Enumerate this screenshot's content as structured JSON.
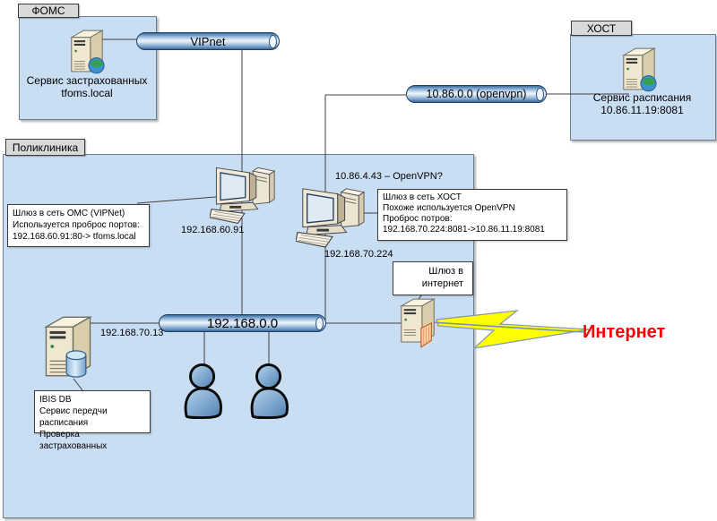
{
  "diagram": {
    "groups": {
      "foms": {
        "tab": "ФОМС",
        "caption_line1": "Сервис застрахованных",
        "caption_line2": "tfoms.local"
      },
      "host": {
        "tab": "ХОСТ",
        "caption_line1": "Сервис расписания",
        "caption_line2": "10.86.11.19:8081"
      },
      "polyclinic": {
        "tab": "Поликлиника"
      }
    },
    "pipes": {
      "vipnet": "VIPnet",
      "openvpn": "10.86.0.0 (openvpn)",
      "lan": "192.168.0.0"
    },
    "labels": {
      "pc1_ip": "192.168.60.91",
      "pc2_ip": "192.168.70.224",
      "pc2_vpn": "10.86.4.43 – OpenVPN?",
      "srv_ip": "192.168.70.13",
      "internet": "Интернет"
    },
    "callouts": {
      "oms": [
        "Шлюз в сеть ОМС (VIPNet)",
        "Используется проброс портов:",
        "192.168.60.91:80-> tfoms.local"
      ],
      "host_gw": [
        "Шлюз в сеть ХОСТ",
        "Похоже используется OpenVPN",
        "Проброс потров:",
        "192.168.70.224:8081->10.86.11.19:8081"
      ],
      "inet_gw": [
        "Шлюз в",
        "интернет"
      ],
      "ibis": [
        "IBIS DB",
        "Сервис передчи расписания",
        "Проверка застрахованных"
      ]
    },
    "colors": {
      "box_fill": "#c9def3",
      "internet_text": "#ff0000",
      "lightning": "#ffff00"
    }
  }
}
